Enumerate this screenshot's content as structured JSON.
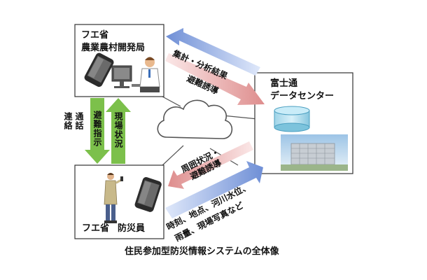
{
  "nodes": {
    "maff": {
      "org": "フエ省",
      "dept": "農業農村開発局"
    },
    "datacenter": {
      "line1": "富士通",
      "line2": "データセンター"
    },
    "officer": {
      "org": "フエ省",
      "role": "防災員"
    }
  },
  "arrows": {
    "aggregate_results": "集計・分析結果",
    "evacuation_guidance": "避難誘導",
    "surroundings_and_guidance": [
      "周囲状況・",
      "避難誘導"
    ],
    "field_reports": [
      "時刻、地点、河川水位、",
      "雨量、現場写真など"
    ]
  },
  "vertical_labels": {
    "call_contact": [
      "通話",
      "連絡"
    ],
    "evacuation_order": "避難指示",
    "site_status": "現場状況"
  },
  "caption": "住民参加型防災情報システムの全体像",
  "colors": {
    "blue_arrow": "#8FA6D9",
    "pink_arrow": "#E8A4A4",
    "green_arrow": "#7CC04B",
    "cloud_stroke": "#555555",
    "box_stroke": "#333333"
  }
}
